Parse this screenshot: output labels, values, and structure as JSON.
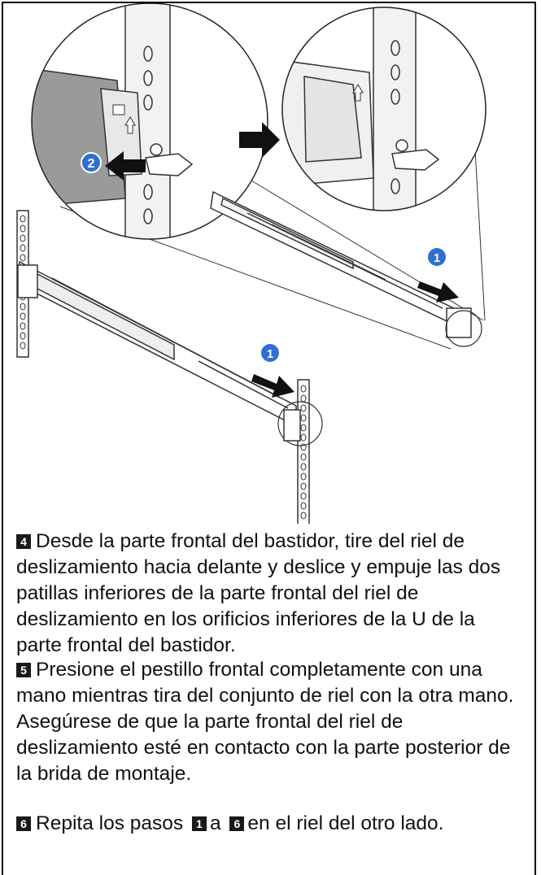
{
  "figure": {
    "callout_left": "2",
    "callout_right_top": "1",
    "callout_bottom": "1"
  },
  "steps": [
    {
      "number": "4",
      "text": "Desde la parte frontal del bastidor, tire del riel de deslizamiento hacia delante y deslice y empuje las dos patillas inferiores de la parte frontal del riel de deslizamiento en los orificios inferiores de la U de la parte frontal del bastidor."
    },
    {
      "number": "5",
      "text": "Presione el pestillo frontal completamente con una mano mientras tira del conjunto de riel con la otra mano. Asegúrese de que la parte frontal del riel de deslizamiento esté en contacto con la parte posterior de la brida de montaje."
    },
    {
      "number": "6",
      "text_before": "Repita los pasos",
      "ref_start": "1",
      "text_middle": "a",
      "ref_end": "6",
      "text_after": "en el riel del otro lado."
    }
  ],
  "colors": {
    "callout_blue": "#2f6fd0",
    "badge_black": "#1a1a1a",
    "gray_panel": "#9a9a9a"
  }
}
